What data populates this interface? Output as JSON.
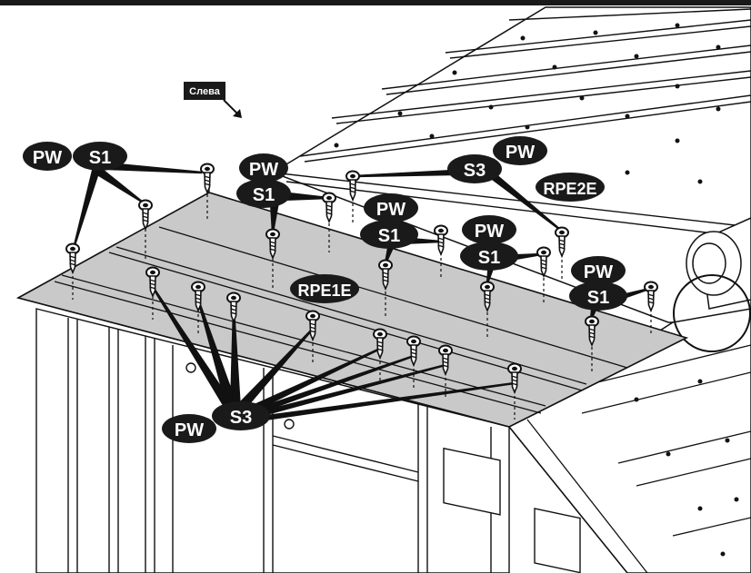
{
  "direction_tag": {
    "text": "Слева"
  },
  "callouts": {
    "pw_label": "PW",
    "s1_label": "S1",
    "s3_label": "S3",
    "rpe1e_label": "RPE1E",
    "rpe2e_label": "RPE2E"
  },
  "colors": {
    "panel_fill": "#c9c9c9",
    "roof_fill": "#ffffff",
    "line": "#1a1a1a",
    "bubble": "#1a1a1a",
    "bubble_text": "#ffffff"
  }
}
